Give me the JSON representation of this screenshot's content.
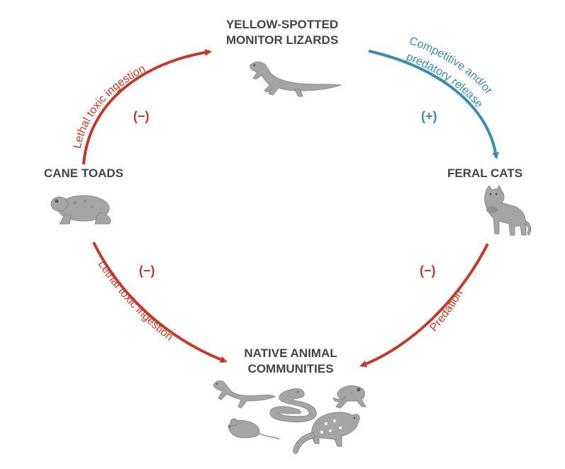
{
  "colors": {
    "negative": "#c23b2a",
    "positive": "#3a8db0",
    "node_text": "#444444",
    "animal": "#a5a5a5"
  },
  "nodes": {
    "monitor": {
      "line1": "YELLOW-SPOTTED",
      "line2": "MONITOR LIZARDS",
      "icon": "monitor-lizard-icon"
    },
    "cane_toads": {
      "line1": "CANE TOADS",
      "icon": "cane-toad-icon"
    },
    "feral_cats": {
      "line1": "FERAL CATS",
      "icon": "feral-cat-icon"
    },
    "native": {
      "line1": "NATIVE ANIMAL",
      "line2": "COMMUNITIES",
      "icons": [
        "lizard-icon",
        "snake-icon",
        "frog-icon",
        "mouse-icon",
        "quoll-icon"
      ]
    }
  },
  "edges": {
    "toads_to_monitor": {
      "label": "Lethal toxic ingestion",
      "sign": "(−)"
    },
    "monitor_to_cats": {
      "label_line1": "Competitive and/or",
      "label_line2": "predatory release",
      "sign": "(+)"
    },
    "toads_to_native": {
      "label": "Lethal toxic ingestion",
      "sign": "(−)"
    },
    "cats_to_native": {
      "label": "Predation",
      "sign": "(−)"
    }
  }
}
